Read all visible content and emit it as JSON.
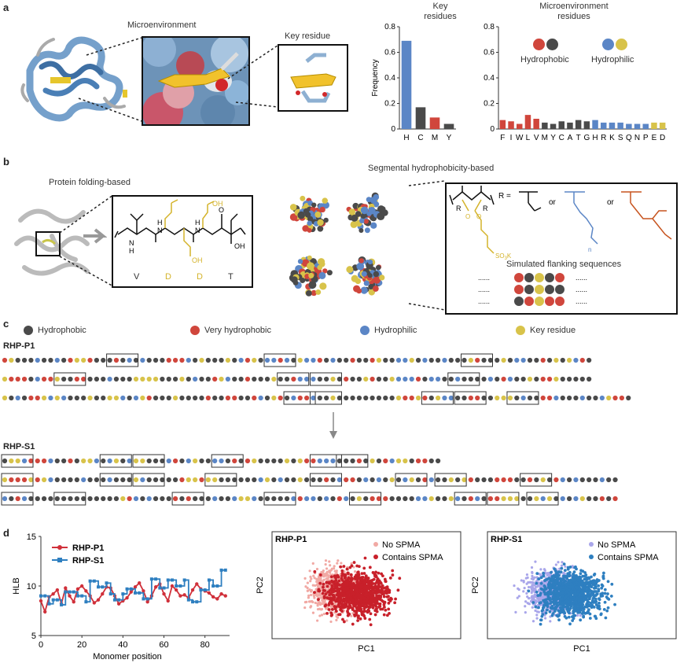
{
  "panels": {
    "a": "a",
    "b": "b",
    "c": "c",
    "d": "d"
  },
  "a": {
    "microenvironment": "Microenvironment",
    "key_residue": "Key residue",
    "key_residues_title": "Key\nresidues",
    "micro_residues_title": "Microenvironment\nresidues",
    "legend_hydrophobic": "Hydrophobic",
    "legend_hydrophilic": "Hydrophilic",
    "ylabel": "Frequency"
  },
  "b": {
    "protein_title": "Protein folding-based",
    "segmental_title": "Segmental hydrophobicity-based",
    "residues": [
      "V",
      "D",
      "D",
      "T"
    ],
    "chem": {
      "oh1": "OH",
      "oh2": "OH",
      "oh3": "OH",
      "h1": "H",
      "h2": "H",
      "h3": "H",
      "n1": "N",
      "n2": "N",
      "n3": "N",
      "o": "O",
      "r_eq": "R =",
      "r1": "R",
      "r2": "R",
      "o1": "O",
      "o2": "O",
      "so3k": "SO",
      "so3k_sub": "3",
      "so3k_k": "K",
      "n": "n",
      "or1": "or",
      "or2": "or"
    },
    "simulated": "Simulated flanking sequences",
    "ellipsis": "......"
  },
  "c": {
    "legend": [
      {
        "label": "Hydrophobic",
        "color": "#4a4a4a"
      },
      {
        "label": "Very hydrophobic",
        "color": "#d0463c"
      },
      {
        "label": "Hydrophilic",
        "color": "#5b86c6"
      },
      {
        "label": "Key residue",
        "color": "#d8c34a"
      }
    ],
    "p1_label": "RHP-P1",
    "s1_label": "RHP-S1"
  },
  "d": {
    "line_legend": [
      "RHP-P1",
      "RHP-S1"
    ],
    "xlabel": "Monomer position",
    "ylabel": "HLB",
    "pc1": "PC1",
    "pc2": "PC2",
    "scatter1_title": "RHP-P1",
    "scatter2_title": "RHP-S1",
    "no_spma": "No SPMA",
    "contains_spma": "Contains SPMA"
  },
  "colors": {
    "hydrophobic": "#4a4a4a",
    "very_hydrophobic": "#d0463c",
    "hydrophilic": "#5b86c6",
    "key": "#d8c34a",
    "p1_line": "#d0303a",
    "s1_line": "#2e7fc0"
  },
  "chart_data": [
    {
      "type": "bar",
      "title": "Key\nresidues",
      "categories": [
        "H",
        "C",
        "M",
        "Y"
      ],
      "values": [
        0.69,
        0.17,
        0.09,
        0.04
      ],
      "colors": [
        "#5b86c6",
        "#4a4a4a",
        "#d0463c",
        "#4a4a4a"
      ],
      "ylabel": "Frequency",
      "ylim": [
        0,
        0.8
      ],
      "yticks": [
        0,
        0.2,
        0.4,
        0.6,
        0.8
      ]
    },
    {
      "type": "bar",
      "title": "Microenvironment\nresidues",
      "categories": [
        "F",
        "I",
        "W",
        "L",
        "V",
        "M",
        "Y",
        "C",
        "A",
        "T",
        "G",
        "H",
        "R",
        "K",
        "S",
        "Q",
        "N",
        "P",
        "E",
        "D"
      ],
      "values": [
        0.07,
        0.06,
        0.04,
        0.11,
        0.08,
        0.05,
        0.04,
        0.06,
        0.05,
        0.07,
        0.06,
        0.07,
        0.05,
        0.05,
        0.05,
        0.04,
        0.04,
        0.04,
        0.05,
        0.05
      ],
      "colors": [
        "#d0463c",
        "#d0463c",
        "#d0463c",
        "#d0463c",
        "#d0463c",
        "#4a4a4a",
        "#4a4a4a",
        "#4a4a4a",
        "#4a4a4a",
        "#4a4a4a",
        "#4a4a4a",
        "#5b86c6",
        "#5b86c6",
        "#5b86c6",
        "#5b86c6",
        "#5b86c6",
        "#5b86c6",
        "#5b86c6",
        "#d8c34a",
        "#d8c34a"
      ],
      "ylim": [
        0,
        0.8
      ],
      "yticks": [
        0,
        0.2,
        0.4,
        0.6,
        0.8
      ]
    },
    {
      "type": "line",
      "xlabel": "Monomer position",
      "ylabel": "HLB",
      "xlim": [
        0,
        92
      ],
      "ylim": [
        5,
        15
      ],
      "xticks": [
        0,
        20,
        40,
        60,
        80
      ],
      "yticks": [
        5,
        10,
        15
      ],
      "series": [
        {
          "name": "RHP-P1",
          "color": "#d0303a",
          "x": [
            0,
            2,
            4,
            6,
            8,
            10,
            12,
            14,
            16,
            18,
            20,
            22,
            24,
            26,
            28,
            30,
            32,
            34,
            36,
            38,
            40,
            42,
            44,
            46,
            48,
            50,
            52,
            54,
            56,
            58,
            60,
            62,
            64,
            66,
            68,
            70,
            72,
            74,
            76,
            78,
            80,
            82,
            84,
            86,
            88,
            90
          ],
          "y": [
            8.5,
            7.4,
            8.9,
            9.2,
            9.6,
            8.2,
            9.8,
            9.0,
            8.4,
            9.7,
            10.0,
            9.5,
            9.0,
            8.3,
            8.6,
            9.2,
            9.9,
            9.8,
            9.0,
            8.2,
            8.5,
            8.8,
            9.4,
            9.9,
            10.3,
            9.5,
            8.4,
            9.0,
            9.9,
            10.2,
            9.2,
            8.5,
            10.0,
            9.6,
            9.0,
            9.1,
            8.8,
            9.6,
            10.2,
            9.7,
            9.5,
            9.3,
            8.9,
            8.7,
            9.2,
            9.0
          ]
        },
        {
          "name": "RHP-S1",
          "color": "#2e7fc0",
          "x": [
            0,
            2,
            4,
            6,
            8,
            10,
            12,
            14,
            16,
            18,
            20,
            22,
            24,
            26,
            28,
            30,
            32,
            34,
            36,
            38,
            40,
            42,
            44,
            46,
            48,
            50,
            52,
            54,
            56,
            58,
            60,
            62,
            64,
            66,
            68,
            70,
            72,
            74,
            76,
            78,
            80,
            82,
            84,
            86,
            88,
            90
          ],
          "y": [
            9.0,
            9.0,
            8.2,
            8.6,
            8.6,
            8.1,
            9.4,
            9.4,
            9.4,
            9.0,
            9.0,
            8.4,
            10.5,
            10.5,
            9.9,
            9.9,
            10.3,
            9.2,
            8.6,
            8.6,
            9.2,
            9.7,
            9.7,
            9.3,
            9.3,
            8.7,
            8.7,
            10.7,
            10.7,
            9.8,
            9.8,
            10.6,
            10.6,
            10.0,
            10.0,
            10.6,
            8.6,
            8.4,
            8.4,
            9.6,
            9.6,
            10.6,
            10.0,
            10.0,
            11.6,
            11.6
          ]
        }
      ]
    },
    {
      "type": "scatter",
      "title": "RHP-P1",
      "xlabel": "PC1",
      "ylabel": "PC2",
      "series": [
        {
          "name": "No SPMA",
          "color": "#f1a9a4"
        },
        {
          "name": "Contains SPMA",
          "color": "#c8202a"
        }
      ]
    },
    {
      "type": "scatter",
      "title": "RHP-S1",
      "xlabel": "PC1",
      "ylabel": "PC2",
      "series": [
        {
          "name": "No SPMA",
          "color": "#a9a6ea"
        },
        {
          "name": "Contains SPMA",
          "color": "#2e7fc0"
        }
      ]
    }
  ]
}
